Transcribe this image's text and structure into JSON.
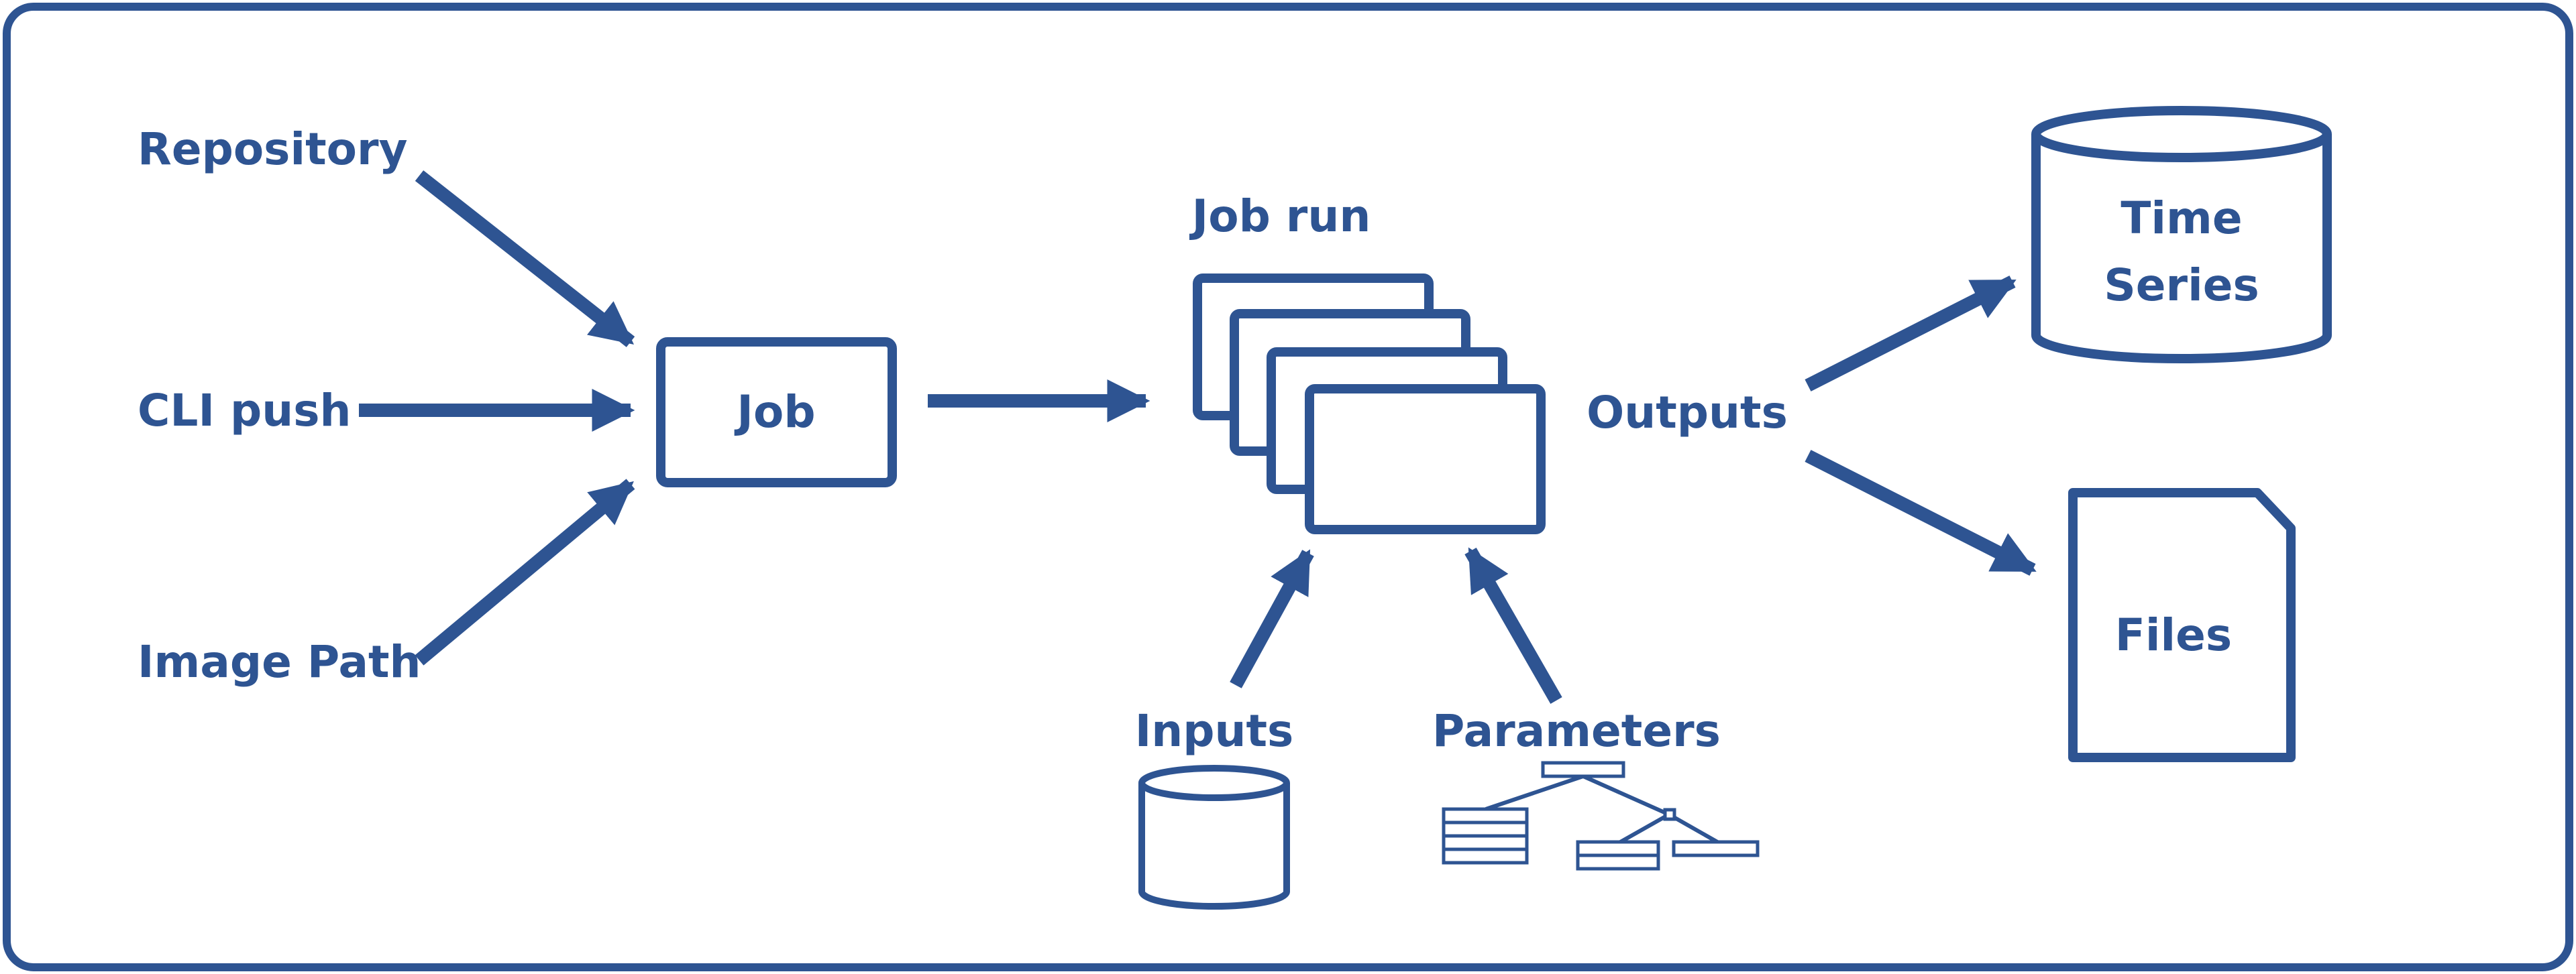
{
  "colors": {
    "primary": "#2E5492",
    "background": "#FFFFFF"
  },
  "sources": {
    "repository": "Repository",
    "cli_push": "CLI push",
    "image_path": "Image Path"
  },
  "job": {
    "label": "Job"
  },
  "job_run": {
    "label": "Job run"
  },
  "inputs": {
    "label": "Inputs",
    "icon": "database-icon"
  },
  "parameters": {
    "label": "Parameters",
    "icon": "tree-hierarchy-icon"
  },
  "outputs": {
    "label": "Outputs"
  },
  "destinations": {
    "time_series_line1": "Time",
    "time_series_line2": "Series",
    "files": "Files"
  }
}
